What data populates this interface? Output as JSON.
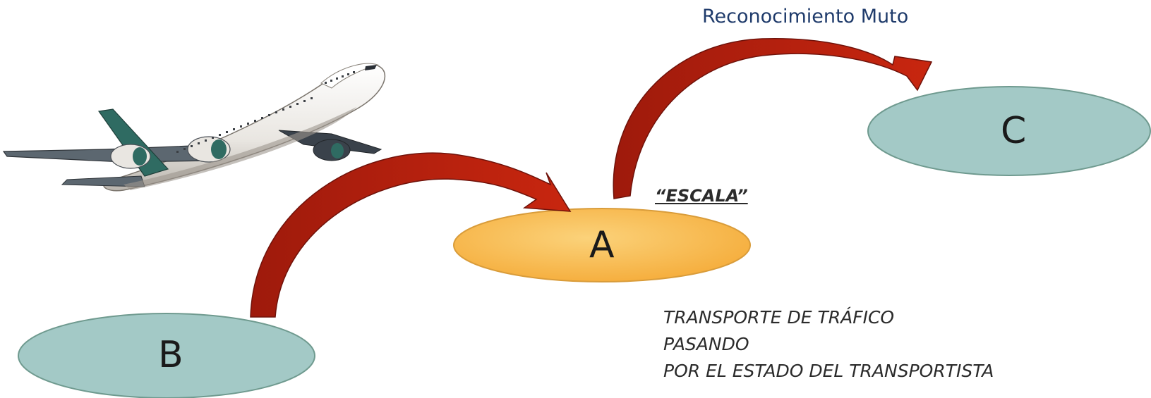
{
  "title": "Reconocimiento Muto",
  "nodes": {
    "a": {
      "label": "A"
    },
    "b": {
      "label": "B"
    },
    "c": {
      "label": "C"
    }
  },
  "stopover_label": "“ESCALA”",
  "description_lines": [
    "TRANSPORTE DE TRÁFICO",
    "PASANDO",
    "POR EL ESTADO DEL TRANSPORTISTA"
  ],
  "colors": {
    "title": "#1f3b6b",
    "node_teal": "#a3c9c6",
    "node_orange": "#f9c258",
    "arrow_red": "#b5200f"
  },
  "icons": {
    "airplane": "airplane-icon"
  }
}
